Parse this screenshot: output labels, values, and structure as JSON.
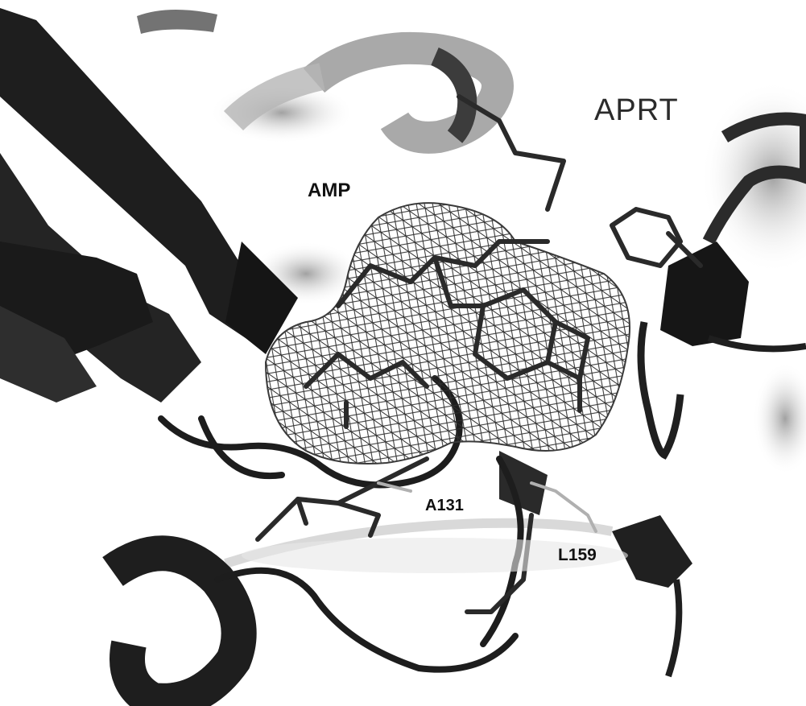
{
  "figure": {
    "labels": {
      "protein": "APRT",
      "ligand": "AMP",
      "residue_1": "A131",
      "residue_2": "L159"
    },
    "colors": {
      "background": "#ffffff",
      "ribbon_dark": "#1e1e1e",
      "ribbon_mid": "#7a7a7a",
      "ribbon_light": "#c4c4c4",
      "mesh": "#3a3a3a"
    },
    "style": "grayscale ribbon and stick molecular rendering with mesh electron density"
  }
}
